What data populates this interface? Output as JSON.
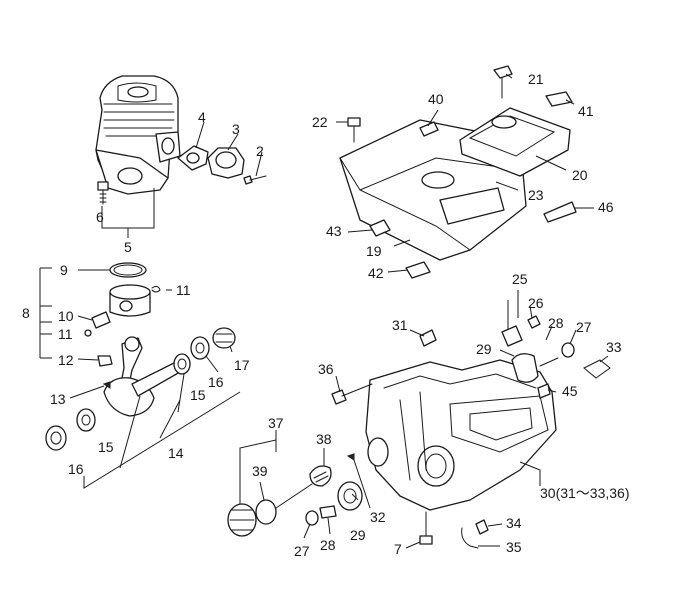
{
  "labels": {
    "p2": "2",
    "p3": "3",
    "p4": "4",
    "p5": "5",
    "p6": "6",
    "p7": "7",
    "p8": "8",
    "p9": "9",
    "p10": "10",
    "p11a": "11",
    "p11b": "11",
    "p12": "12",
    "p13": "13",
    "p14": "14",
    "p15a": "15",
    "p15b": "15",
    "p16a": "16",
    "p16b": "16",
    "p17": "17",
    "p19": "19",
    "p20": "20",
    "p21": "21",
    "p22": "22",
    "p23": "23",
    "p25": "25",
    "p26": "26",
    "p27a": "27",
    "p27b": "27",
    "p28a": "28",
    "p28b": "28",
    "p29a": "29",
    "p29b": "29",
    "p30": "30(31〜33,36)",
    "p31": "31",
    "p32": "32",
    "p33": "33",
    "p34": "34",
    "p35": "35",
    "p36": "36",
    "p37": "37",
    "p38": "38",
    "p39": "39",
    "p40": "40",
    "p41": "41",
    "p42": "42",
    "p43": "43",
    "p45": "45",
    "p46": "46"
  }
}
